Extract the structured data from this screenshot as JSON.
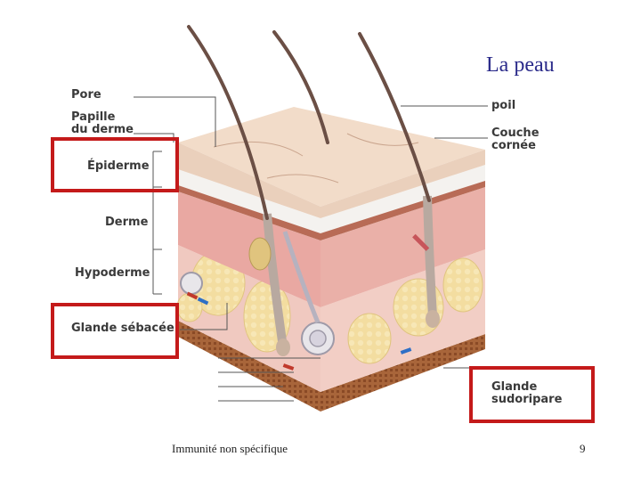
{
  "slide": {
    "title": "La peau",
    "footer_text": "Immunité non spécifique",
    "page_number": "9"
  },
  "labels_left": {
    "pore": "Pore",
    "papille_line1": "Papille",
    "papille_line2": "du derme",
    "epiderme": "Épiderme",
    "derme": "Derme",
    "hypoderme": "Hypoderme",
    "glande_sebacee": "Glande sébacée"
  },
  "labels_right": {
    "poil": "poil",
    "couche_line1": "Couche",
    "couche_line2": "cornée",
    "glande_sudo_line1": "Glande",
    "glande_sudo_line2": "sudoripare"
  },
  "colors": {
    "highlight": "#c41a1a",
    "title": "#2a2a8a",
    "label": "#3a3a3a"
  }
}
